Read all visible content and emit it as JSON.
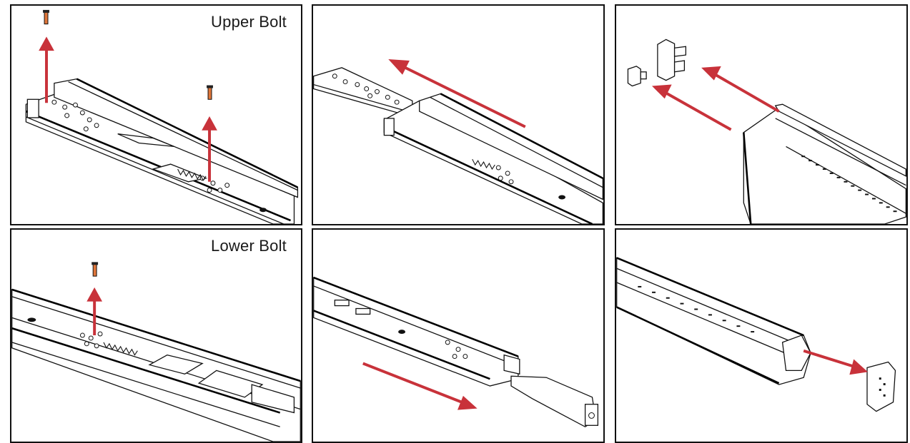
{
  "panels": [
    {
      "id": "p1",
      "label": "Upper Bolt"
    },
    {
      "id": "p2",
      "label": ""
    },
    {
      "id": "p3",
      "label": ""
    },
    {
      "id": "p4",
      "label": "Lower Bolt"
    },
    {
      "id": "p5",
      "label": ""
    },
    {
      "id": "p6",
      "label": ""
    }
  ],
  "colors": {
    "arrow": "#c8323a",
    "bolt": "#e0763a",
    "outline": "#111111"
  },
  "icons": [
    "bolt-icon",
    "arrow-icon",
    "end-cap-icon",
    "slide-rail-icon"
  ]
}
